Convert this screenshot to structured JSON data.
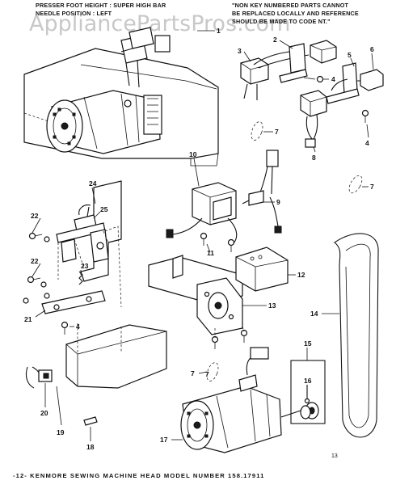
{
  "watermark": "AppliancePartsPros.com",
  "header_left": [
    "PRESSER FOOT HEIGHT : SUPER HIGH BAR",
    "NEEDLE POSITION : LEFT"
  ],
  "header_right": [
    "\"NON KEY NUMBERED PARTS CANNOT",
    "BE REPLACED LOCALLY AND REFERENCE",
    "SHOULD BE MADE TO CODE NT.\""
  ],
  "footer": "-12-  KENMORE SEWING MACHINE HEAD MODEL NUMBER 158.17911",
  "corner_mark": "13",
  "callouts": [
    "1",
    "2",
    "3",
    "4",
    "5",
    "6",
    "7",
    "8",
    "4",
    "7",
    "10",
    "9",
    "7",
    "24",
    "25",
    "22",
    "22",
    "23",
    "21",
    "4",
    "11",
    "12",
    "13",
    "14",
    "7",
    "15",
    "16",
    "17",
    "18",
    "19",
    "20"
  ]
}
